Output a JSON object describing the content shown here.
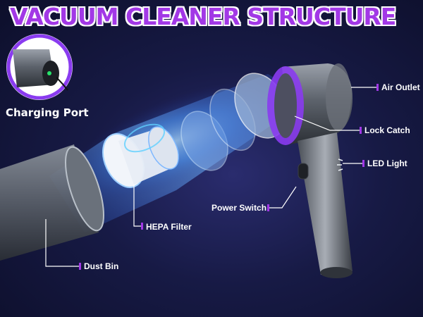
{
  "title": "VACUUM CLEANER STRUCTURE",
  "callouts": {
    "charging_port": "Charging Port",
    "air_outlet": "Air Outlet",
    "lock_catch": "Lock Catch",
    "led_light": "LED Light",
    "power_switch": "Power Switch",
    "hepa_filter": "HEPA Filter",
    "dust_bin": "Dust Bin"
  },
  "colors": {
    "title": "#a238e6",
    "accent_ring": "#8a3bf0",
    "background": "#171a45"
  }
}
